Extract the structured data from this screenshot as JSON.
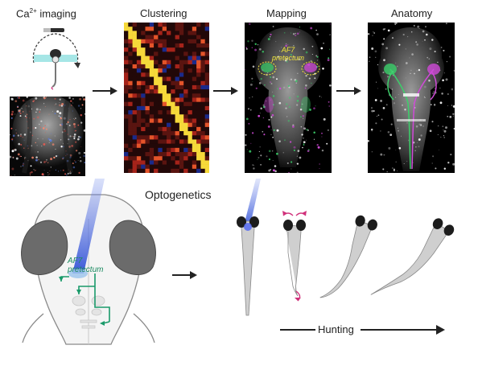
{
  "workflow": {
    "imaging_label_main": "Ca",
    "imaging_label_sup": "2+",
    "imaging_label_rest": " imaging",
    "clustering_label": "Clustering",
    "mapping_label": "Mapping",
    "anatomy_label": "Anatomy"
  },
  "mapping": {
    "region_line1": "AF7",
    "region_line2": "pretectum"
  },
  "optogenetics": {
    "title": "Optogenetics",
    "region_line1": "AF7",
    "region_line2": "pretectum",
    "hunting_label": "Hunting"
  },
  "colors": {
    "arrow": "#222222",
    "light_beam": "#3a5bd9",
    "projection_green": "#1a9a6a",
    "mapping_yellow": "#f2e33a",
    "mapping_magenta": "#d04ad8",
    "tail_bend_pink": "#d0307a"
  },
  "icons": [
    "flow-arrow",
    "dashed-rotation-arrow",
    "larva-icon",
    "hunting-arrow"
  ]
}
